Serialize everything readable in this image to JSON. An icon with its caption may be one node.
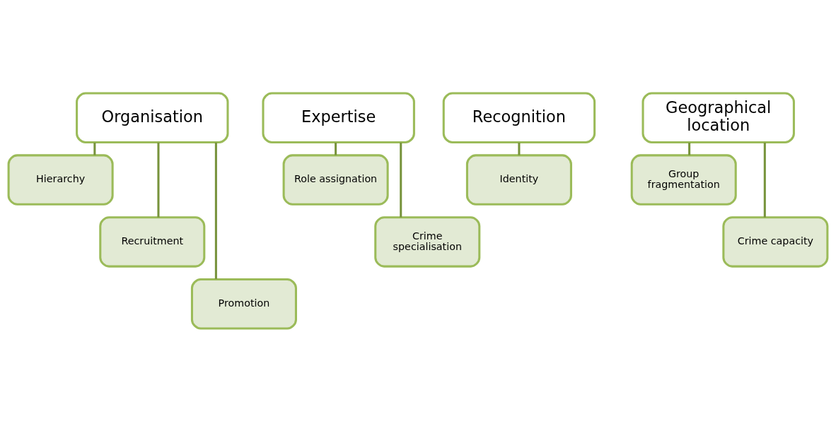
{
  "diagram": {
    "nodes": [
      {
        "text": [
          "Organisation"
        ]
      },
      {
        "text": [
          "Hierarchy"
        ]
      },
      {
        "text": [
          "Recruitment"
        ]
      },
      {
        "text": [
          "Promotion"
        ]
      },
      {
        "text": [
          "Expertise"
        ]
      },
      {
        "text": [
          "Role assignation"
        ]
      },
      {
        "text": [
          "Crime specialisation"
        ]
      },
      {
        "text": [
          "Recognition"
        ]
      },
      {
        "text": [
          "Identity"
        ]
      },
      {
        "text": [
          "Geographical location"
        ]
      },
      {
        "text": [
          "Group fragmentation"
        ]
      },
      {
        "text": [
          "Crime capacity"
        ]
      }
    ],
    "edges": [
      {
        "from": 0,
        "to": 1,
        "arrow": "none"
      },
      {
        "from": 0,
        "to": 2,
        "arrow": "none"
      },
      {
        "from": 0,
        "to": 3,
        "arrow": "none"
      },
      {
        "from": 4,
        "to": 5,
        "arrow": "none"
      },
      {
        "from": 4,
        "to": 6,
        "arrow": "none"
      },
      {
        "from": 7,
        "to": 8,
        "arrow": "none"
      },
      {
        "from": 9,
        "to": 10,
        "arrow": "none"
      },
      {
        "from": 9,
        "to": 11,
        "arrow": "none"
      }
    ]
  }
}
